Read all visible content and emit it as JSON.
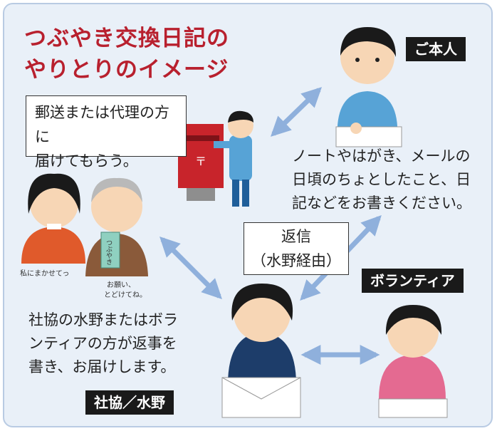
{
  "title": {
    "line1": "つぶやき交換日記の",
    "line2": "やりとりのイメージ"
  },
  "labels": {
    "honnin": "ご本人",
    "volunteer": "ボランティア",
    "shakyo": "社協／水野"
  },
  "mail_box": {
    "line1": "郵送または代理の方に",
    "line2": "届けてもらう。"
  },
  "honnin_text": {
    "line1": "ノートやはがき、メールの",
    "line2": "日頃のちょとしたこと、日",
    "line3": "記などをお書きください。"
  },
  "reply_box": {
    "line1": "返信",
    "line2": "（水野経由）"
  },
  "shakyo_text": {
    "line1": "社協の水野またはボラ",
    "line2": "ンティアの方が返事を",
    "line3": "書き、お届けします。"
  },
  "small_texts": {
    "woman": "私にまかせてっ",
    "elder1": "お願い、",
    "elder2": "とどけてね。",
    "notebook": "つぶやき"
  },
  "colors": {
    "title": "#b8202e",
    "arrow": "#8fb0dc",
    "background": "#e9f0f8",
    "frame": "#b9cbe3",
    "tag_bg": "#1a1a1a",
    "postbox": "#c8242b"
  }
}
